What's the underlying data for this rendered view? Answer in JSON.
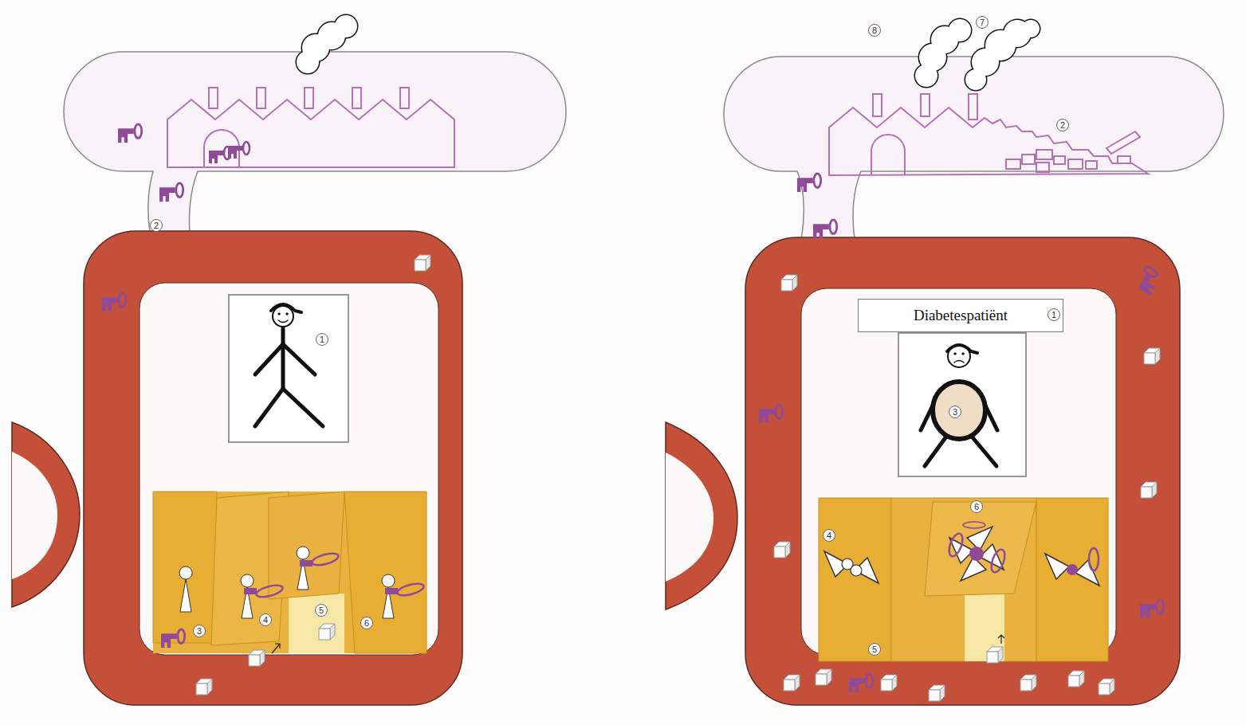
{
  "diagram": {
    "nodes": [
      {
        "text": [
          "Diabetespatiënt"
        ]
      }
    ],
    "labels": [
      "1",
      "2",
      "3",
      "4",
      "5",
      "6",
      "1",
      "2",
      "3",
      "4",
      "5",
      "6",
      "7",
      "8"
    ]
  }
}
